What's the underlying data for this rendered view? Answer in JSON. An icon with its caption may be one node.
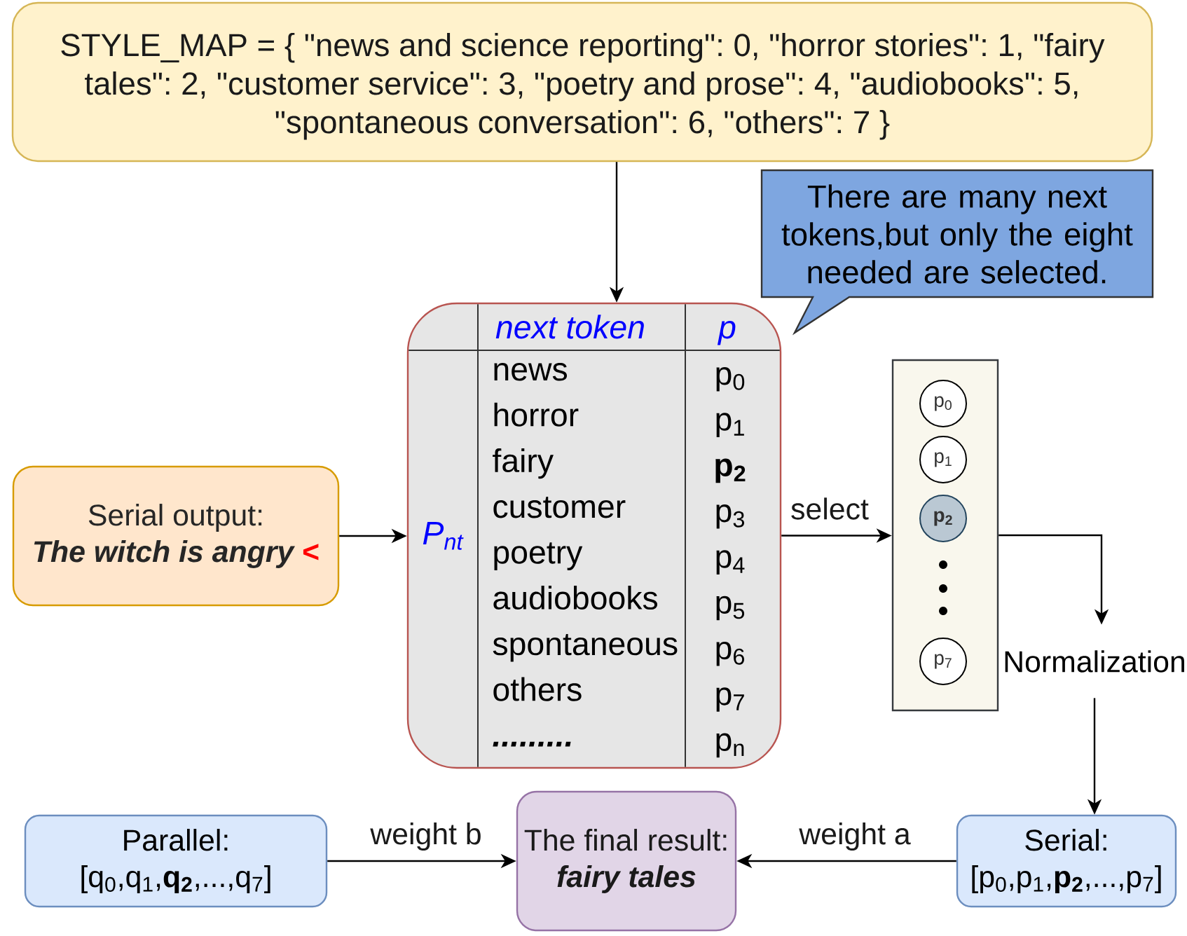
{
  "diagram": {
    "nodes": [
      {
        "text": [
          "STYLE_MAP = { \"news and science reporting\": 0, \"horror stories\": 1, \"fairy tales\": 2, \"customer service\": 3, \"poetry and prose\": 4, \"audiobooks\": 5, \"spontaneous conversation\": 6, \"others\": 7 }"
        ]
      },
      {
        "text": [
          "There are many next tokens,but only the eight needed are selected."
        ]
      },
      {
        "text": [
          "P$_{nt}$",
          "next token",
          "p",
          "news",
          "p$_{0}$",
          "horror",
          "p$_{1}$",
          "fairy",
          "p$_{2}$",
          "customer",
          "p$_{3}$",
          "poetry",
          "p$_{4}$",
          "audiobooks",
          "p$_{5}$",
          "spontaneous",
          "p$_{6}$",
          "others",
          "p$_{7}$",
          ".........",
          "p$_{n}$"
        ]
      },
      {
        "text": [
          "Serial output:",
          "The witch is angry",
          "<"
        ]
      },
      {
        "text": [],
        "shape": "box"
      },
      {
        "text": [
          "p$_{0}$"
        ],
        "in": 4
      },
      {
        "text": [
          "p$_{1}$"
        ],
        "in": 4
      },
      {
        "text": [
          "p$_{2}$"
        ],
        "in": 4
      },
      {
        "text": [
          "p$_{7}$"
        ],
        "in": 4
      },
      {
        "text": [
          "Normalization"
        ]
      },
      {
        "text": [
          "Parallel:",
          "[q$_{0}$,q$_{1}$,**q$_{2}$**,...,q$_{7}$]"
        ]
      },
      {
        "text": [
          "The final result:",
          "fairy tales"
        ]
      },
      {
        "text": [
          "Serial:",
          "[p$_{0}$,p$_{1}$,**p$_{2}$**,...,p$_{7}$]"
        ]
      }
    ],
    "edges": [
      {
        "from": 0,
        "to": 2,
        "arrow": "to"
      },
      {
        "from": 3,
        "to": 2,
        "arrow": "to"
      },
      {
        "from": 2,
        "to": 4,
        "arrow": "to",
        "label": "select"
      },
      {
        "from": 4,
        "to": 9,
        "arrow": "to"
      },
      {
        "from": 9,
        "to": 12,
        "arrow": "to"
      },
      {
        "from": 12,
        "to": 11,
        "arrow": "to",
        "label": "weight a"
      },
      {
        "from": 10,
        "to": 11,
        "arrow": "to",
        "label": "weight b"
      }
    ]
  }
}
